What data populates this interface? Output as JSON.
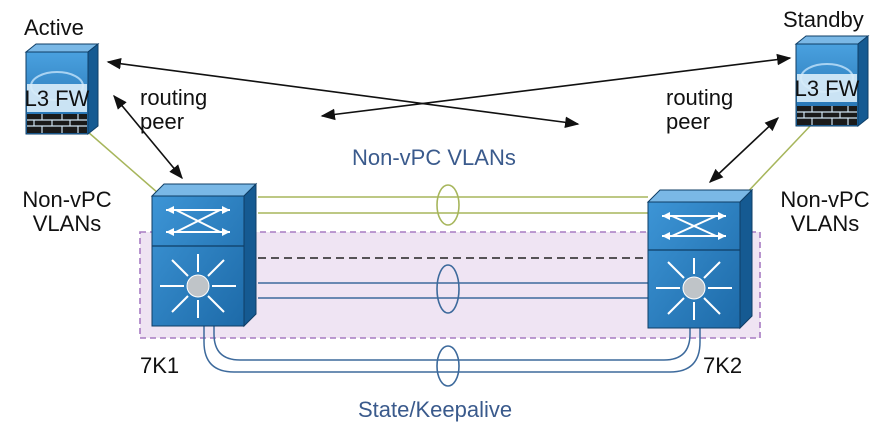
{
  "labels": {
    "active": "Active",
    "standby": "Standby",
    "routing_peer_left": [
      "routing",
      "peer"
    ],
    "routing_peer_right": [
      "routing",
      "peer"
    ],
    "non_vpc_left": [
      "Non-vPC",
      "VLANs"
    ],
    "non_vpc_right": [
      "Non-vPC",
      "VLANs"
    ],
    "non_vpc_center": "Non-vPC VLANs",
    "switch_left": "7K1",
    "switch_right": "7K2",
    "state_keepalive": "State/Keepalive"
  },
  "firewalls": {
    "left": {
      "label": "L3 FW"
    },
    "right": {
      "label": "L3 FW"
    }
  },
  "colors": {
    "switch_blue": "#2a7fc0",
    "switch_dark": "#0f3e66",
    "vpc_region_fill": "#efe4f3",
    "vpc_region_border": "#a77bc2",
    "green_link": "#a7b65c",
    "blue_link": "#3d6a9c",
    "label_blue": "#3a5a8c"
  }
}
